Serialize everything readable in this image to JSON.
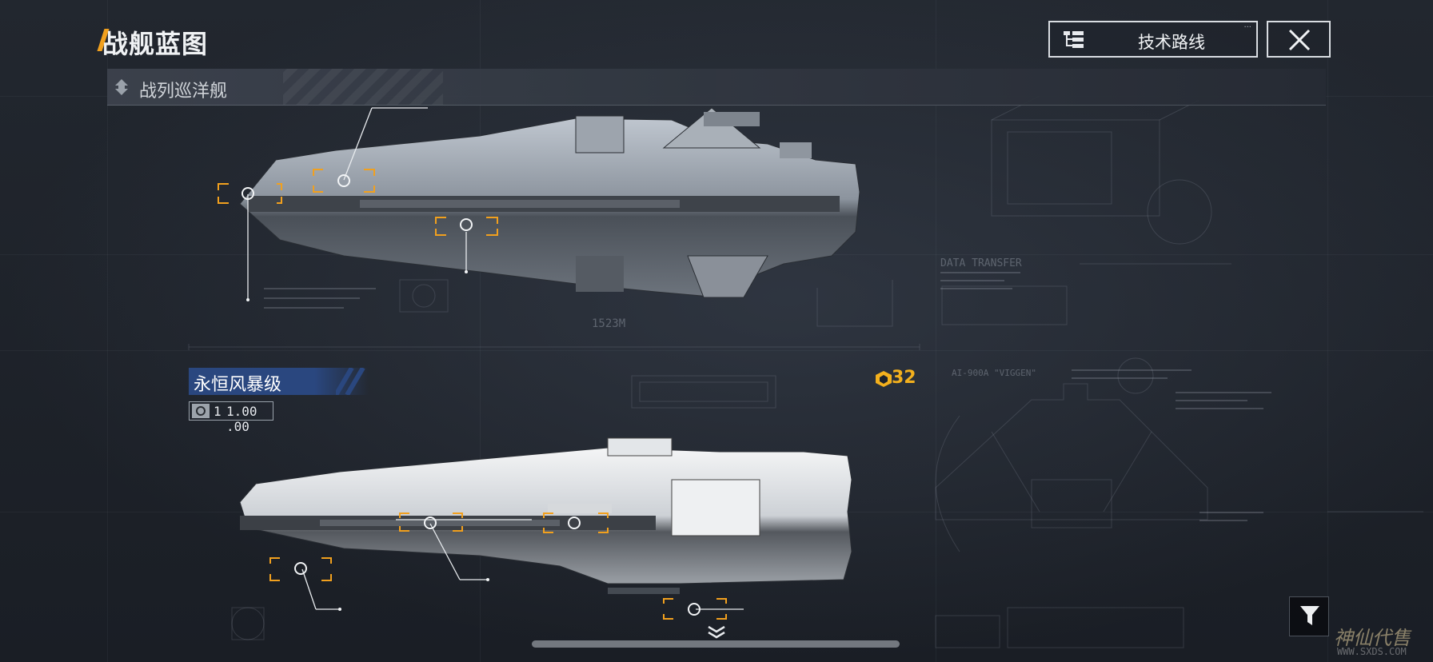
{
  "header": {
    "title": "战舰蓝图",
    "category": "战列巡洋舰",
    "tech_route_label": "技术路线"
  },
  "ships": {
    "primary": {
      "class_name": "永恒风暴级",
      "stat_index": "1",
      "stat_value": "1.00 .00",
      "length_label": "1523M"
    },
    "count_value": "32"
  },
  "blueprint": {
    "data_transfer_label": "DATA TRANSFER",
    "ai_label": "AI-900A \"VIGGEN\""
  },
  "watermark": {
    "text": "神仙代售",
    "url": "WWW.SXDS.COM"
  },
  "colors": {
    "accent": "#f1a01e",
    "class_label_bg": "#2a477f",
    "count_gold": "#f3b01d"
  },
  "icons": [
    "flag-icon",
    "tree-icon",
    "close-icon",
    "blueprint-icon",
    "ship-stat-icon",
    "chevron-down-icon",
    "filter-icon"
  ]
}
